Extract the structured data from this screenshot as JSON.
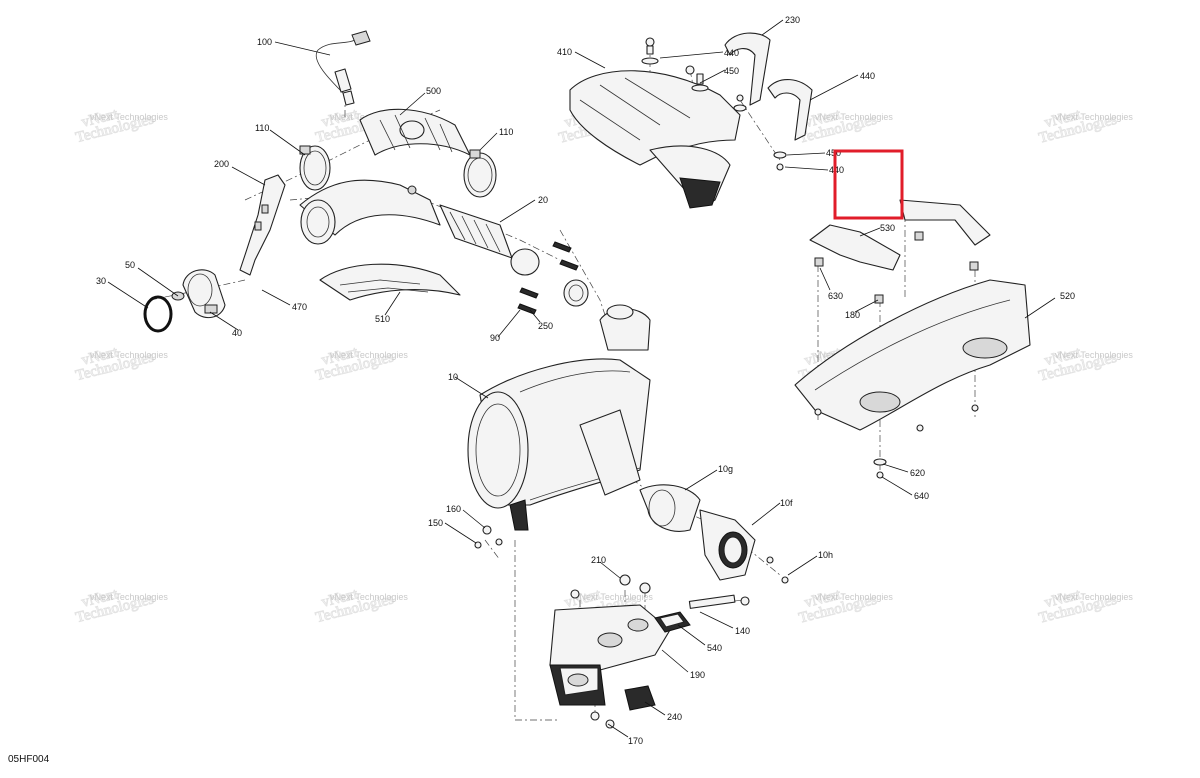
{
  "figure_code": "05HF004",
  "watermark": {
    "line1": "vNext",
    "line2": "Technologies",
    "small": "vNext Technologies"
  },
  "callouts": [
    "100",
    "500",
    "110",
    "110",
    "200",
    "20",
    "50",
    "30",
    "40",
    "470",
    "510",
    "90",
    "250",
    "410",
    "440",
    "450",
    "230",
    "440",
    "450",
    "440",
    "530",
    "630",
    "180",
    "520",
    "10",
    "10g",
    "10f",
    "10h",
    "160",
    "150",
    "210",
    "140",
    "540",
    "190",
    "240",
    "170",
    "620",
    "640"
  ],
  "highlight": {
    "target": "bracket-530-region",
    "color": "#e11d2a"
  }
}
